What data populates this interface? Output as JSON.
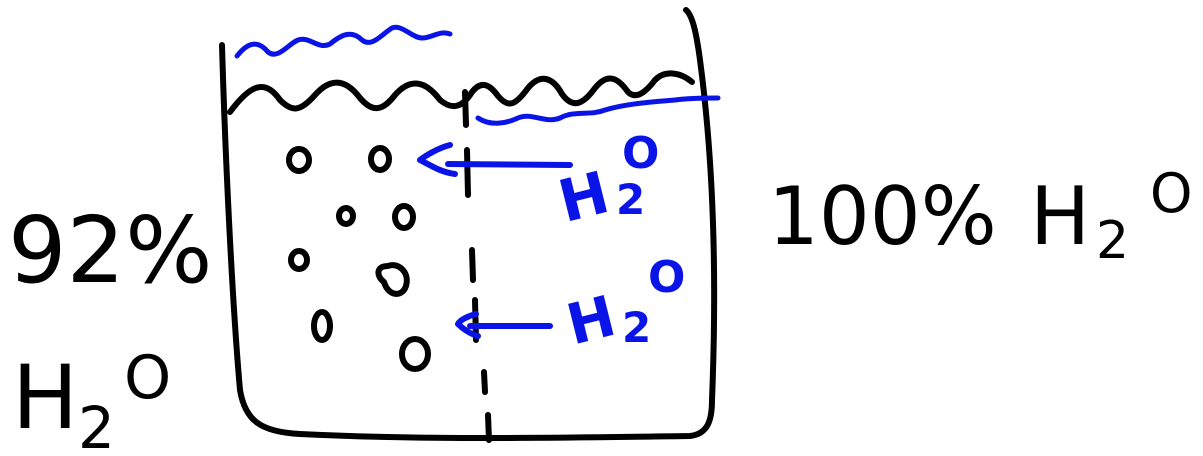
{
  "left_label": {
    "percent": "92%",
    "formula": "H",
    "subscript": "2",
    "oxygen": "O"
  },
  "right_label": {
    "percent": "100%",
    "formula": "H",
    "subscript": "2",
    "oxygen": "O"
  },
  "arrow_labels": [
    {
      "formula": "H",
      "subscript": "2",
      "oxygen": "O"
    },
    {
      "formula": "H",
      "subscript": "2",
      "oxygen": "O"
    }
  ],
  "colors": {
    "ink": "#000000",
    "water_flow": "#0a14e6",
    "background": "#ffffff"
  }
}
